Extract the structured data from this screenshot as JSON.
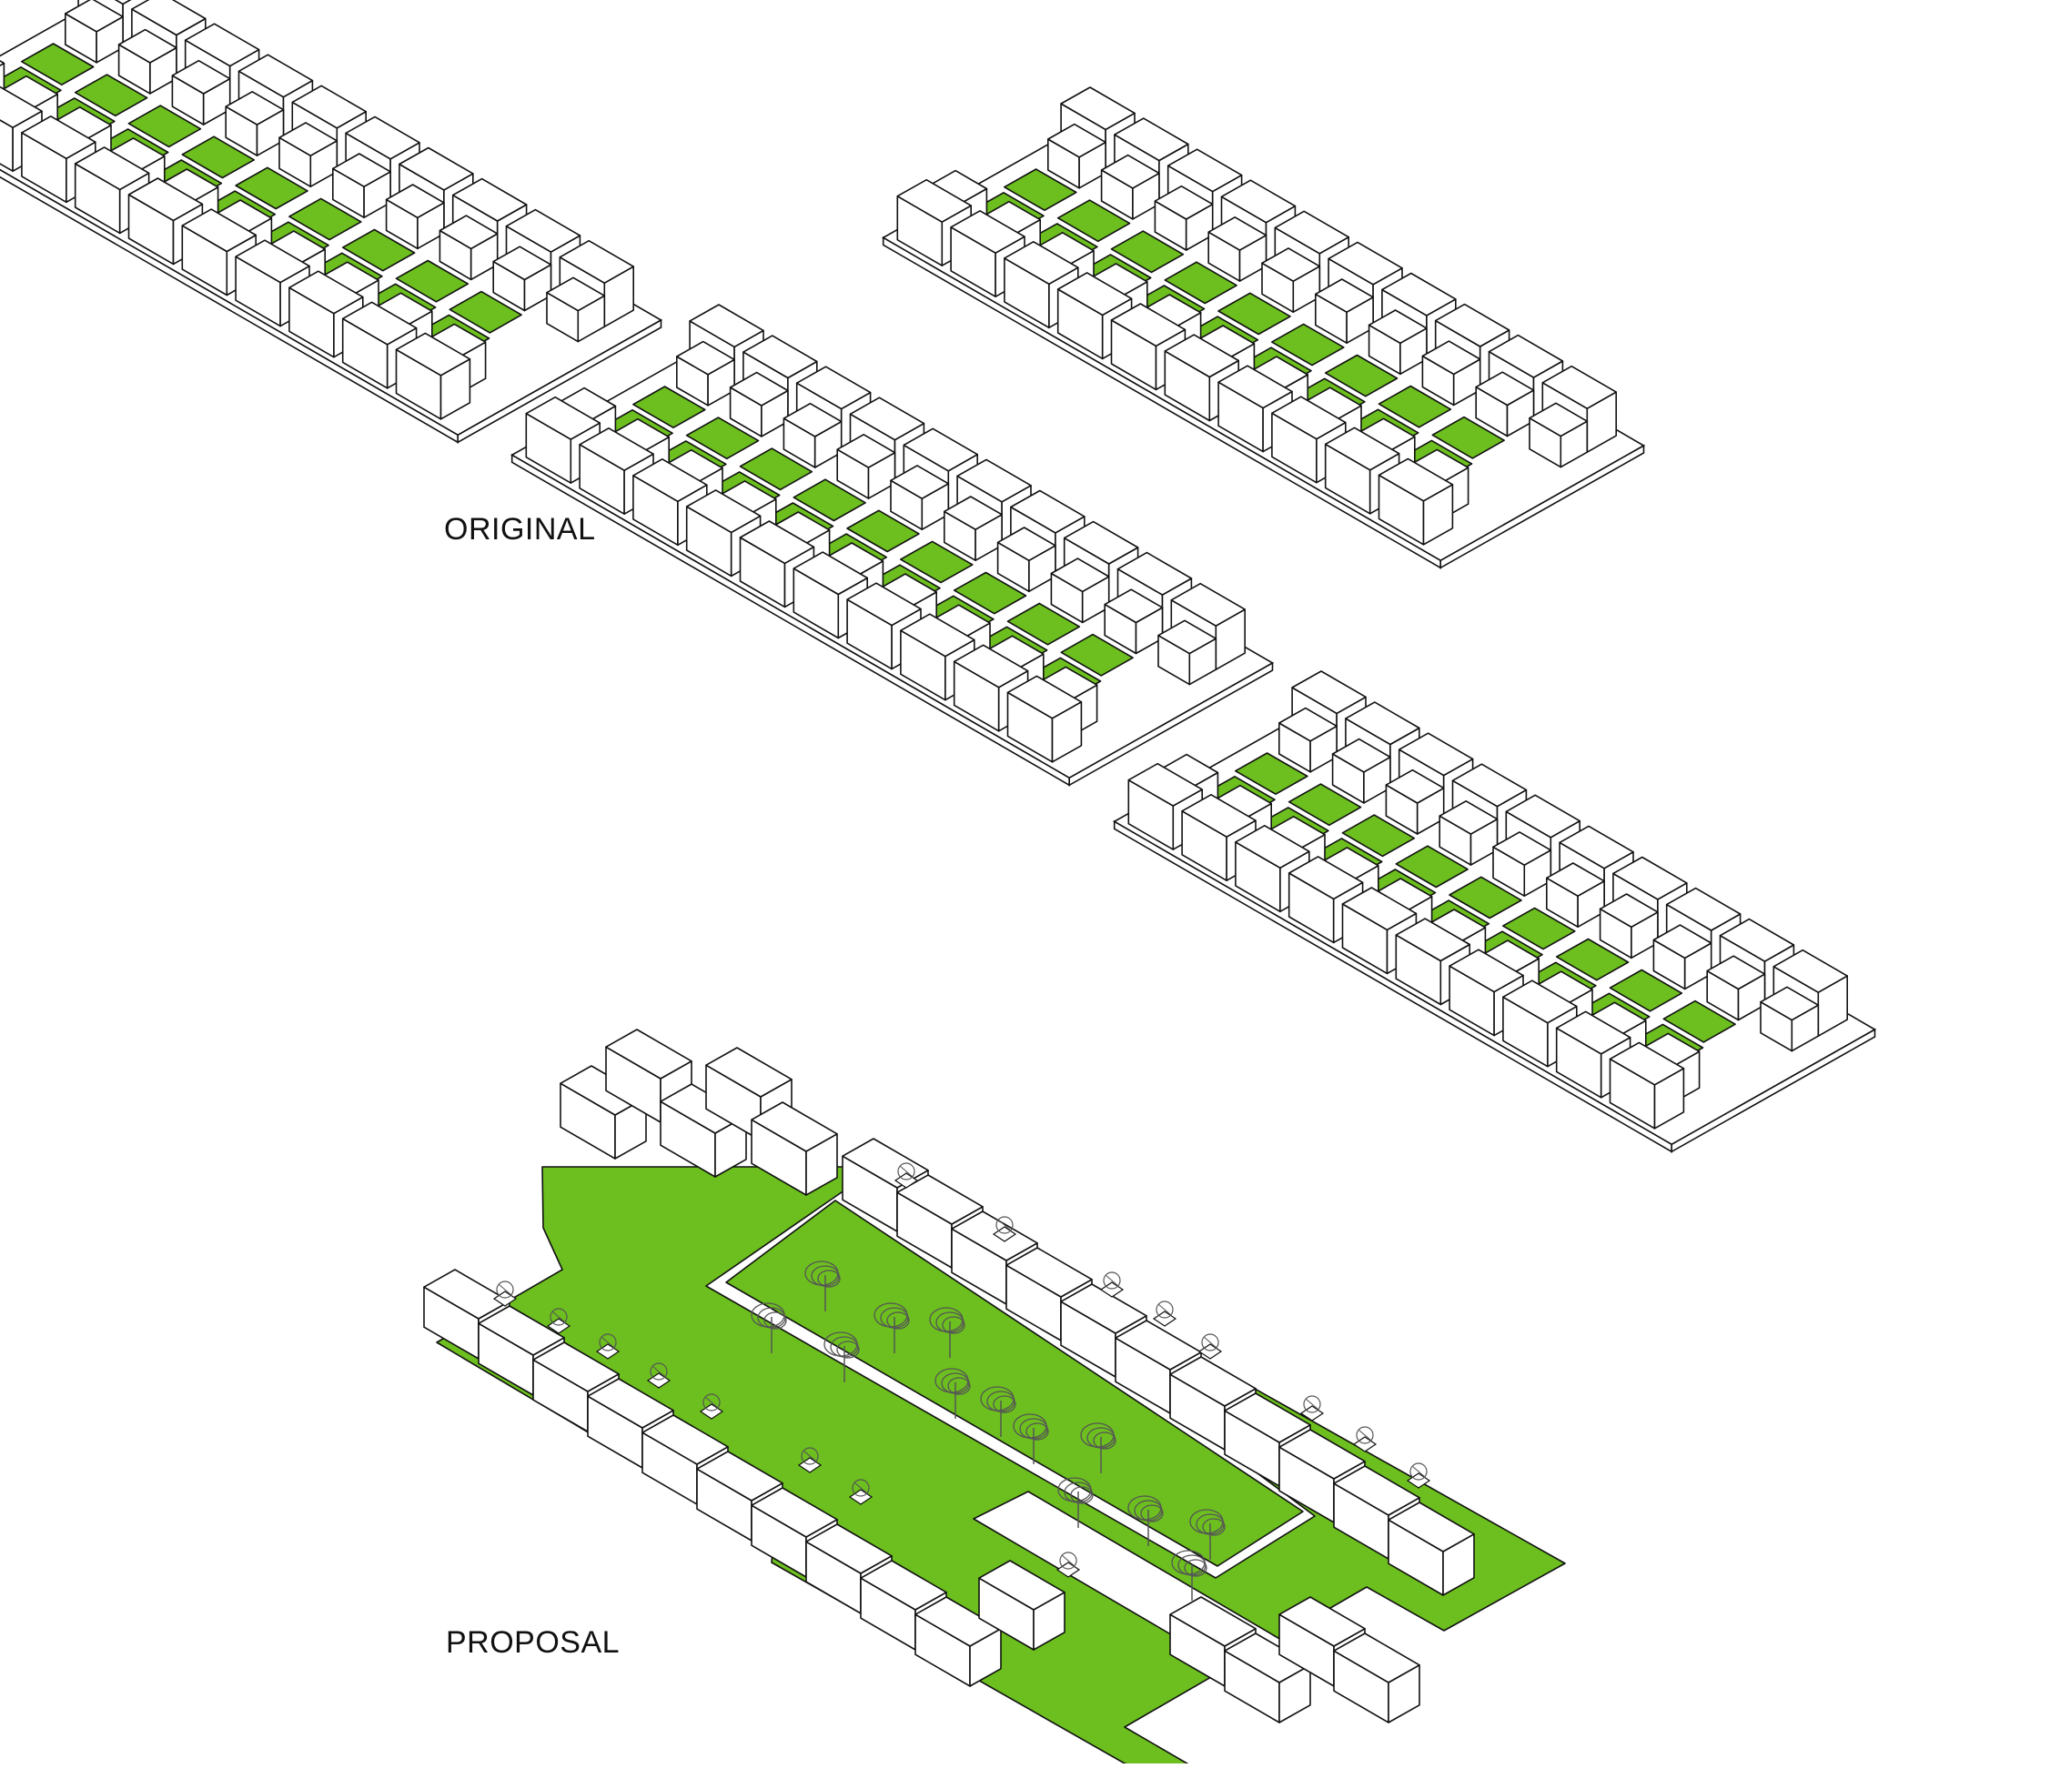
{
  "labels": {
    "original": "ORIGINAL",
    "proposal": "PROPOSAL"
  },
  "colors": {
    "green_space": "#6cbf1e",
    "building_fill": "#ffffff",
    "line": "#111111",
    "tree_scribble": "#555555"
  },
  "original": {
    "block_count": 4,
    "rows_per_block": 2,
    "lots_per_row": 10,
    "courtyards_per_row": 9,
    "green_courtyards": "between paired house rows"
  },
  "proposal": {
    "central_park": true,
    "tree_count": 13,
    "rooftop_structures": 16,
    "green_ground": true
  }
}
